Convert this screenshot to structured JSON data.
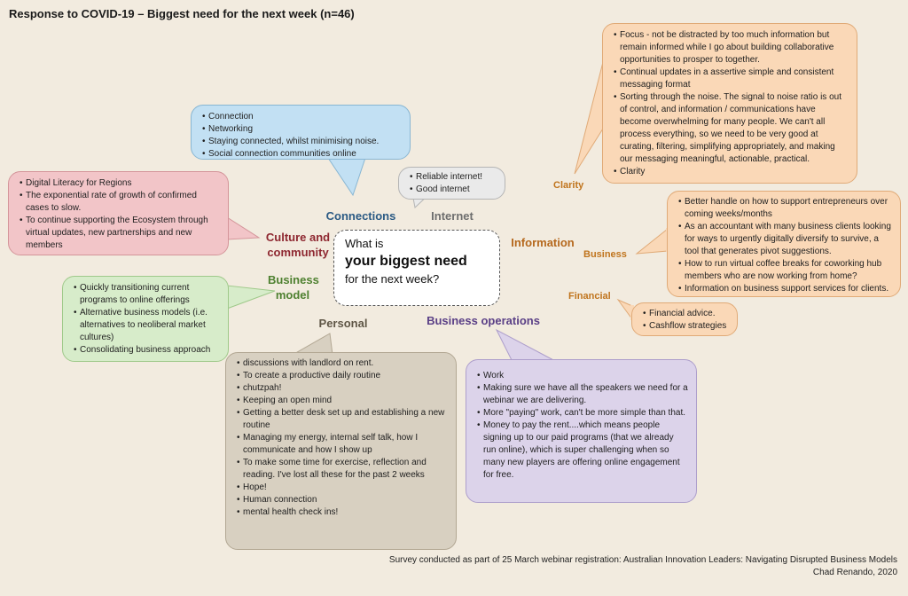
{
  "title": "Response to COVID-19 – Biggest need for the next week (n=46)",
  "center": {
    "line1": "What is",
    "line2": "your biggest need",
    "line3": "for the next week?"
  },
  "categories": {
    "connections": "Connections",
    "internet": "Internet",
    "culture": "Culture and community",
    "business_model": "Business model",
    "personal": "Personal",
    "business_operations": "Business operations",
    "information": "Information"
  },
  "subcategories": {
    "clarity": "Clarity",
    "business": "Business",
    "financial": "Financial"
  },
  "bubbles": {
    "connections": [
      "Connection",
      "Networking",
      "Staying connected, whilst minimising noise.",
      "Social connection communities online"
    ],
    "internet": [
      "Reliable internet!",
      "Good internet"
    ],
    "culture": [
      "Digital Literacy for Regions",
      "The exponential rate of growth of confirmed cases to slow.",
      "To continue supporting the Ecosystem through virtual updates, new partnerships and new members"
    ],
    "business_model": [
      "Quickly transitioning current programs to online offerings",
      "Alternative business models (i.e. alternatives to neoliberal market cultures)",
      "Consolidating business approach"
    ],
    "personal": [
      "discussions with landlord on rent.",
      "To create a productive daily routine",
      "chutzpah!",
      "Keeping an open mind",
      "Getting a better desk set up and establishing a new routine",
      "Managing my energy, internal self talk, how I communicate and how I show up",
      "To make some time for exercise, reflection and reading. I've lost all these for the past 2 weeks",
      "Hope!",
      "Human connection",
      "mental health check ins!"
    ],
    "business_operations": [
      "Work",
      "Making sure we have all the speakers we need for a webinar we are delivering.",
      "More \"paying\" work, can't be more simple than that.",
      "Money to pay the rent....which means people signing up to our paid programs (that we already run online), which is super challenging when so many new players are offering online engagement for free."
    ],
    "clarity": [
      "Focus - not be distracted by too much information but remain informed while I go about building collaborative opportunities to prosper to together.",
      "Continual updates in a assertive simple and consistent messaging format",
      "Sorting through the noise. The signal to noise ratio is out of control, and information / communications have become overwhelming for many people. We can't all process everything, so we need to be very good at curating, filtering, simplifying appropriately, and making our messaging meaningful, actionable, practical.",
      "Clarity"
    ],
    "business": [
      "Better handle on how to support entrepreneurs over coming weeks/months",
      "As an accountant with many business clients looking for ways to urgently digitally diversify to survive, a tool that generates pivot suggestions.",
      "How to run virtual coffee breaks for coworking hub members who are now working from home?",
      "Information on business support services for clients."
    ],
    "financial": [
      "Financial advice.",
      "Cashflow strategies"
    ]
  },
  "footer": {
    "line1": "Survey conducted as part of 25 March webinar registration: Australian Innovation Leaders: Navigating Disrupted Business Models",
    "line2": "Chad Renando, 2020"
  },
  "colors": {
    "background": "#f2ebdf",
    "connections": "#2b5a84",
    "internet": "#6e6e6e",
    "culture": "#8e2730",
    "business_model": "#4e8030",
    "personal": "#5f5646",
    "business_operations": "#5a3f86",
    "information": "#b5681d",
    "subcategory": "#c0741d"
  }
}
